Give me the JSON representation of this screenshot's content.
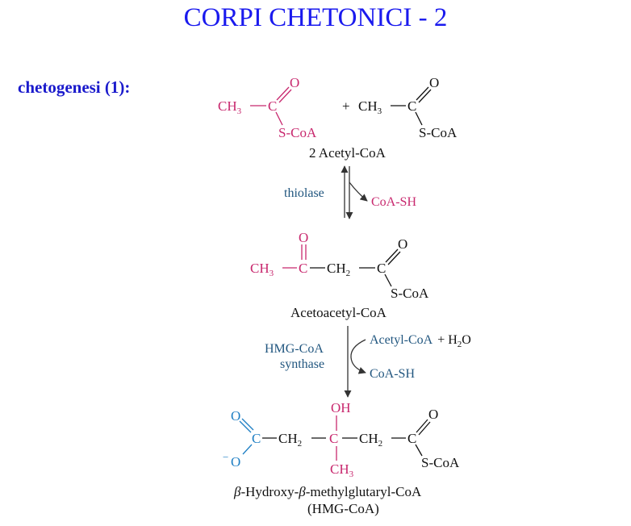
{
  "header": {
    "title": "CORPI CHETONICI - 2",
    "subtitle": "chetogenesi (1):"
  },
  "colors": {
    "title": "#1a1aee",
    "subtitle": "#1a1acc",
    "magenta": "#c8286e",
    "enzyme_blue": "#21567f",
    "carboxyl_blue": "#1f7fc4",
    "black": "#111111"
  },
  "reaction1": {
    "reactant_a": {
      "ch3": "CH",
      "sub3": "3",
      "c": "C",
      "o": "O",
      "scoa": "S-CoA"
    },
    "plus": "+",
    "reactant_b": {
      "ch3": "CH",
      "sub3": "3",
      "c": "C",
      "o": "O",
      "scoa": "S-CoA"
    },
    "name": "2 Acetyl-CoA",
    "enzyme": "thiolase",
    "byproduct": "CoA-SH"
  },
  "acetoacetyl": {
    "ch3": "CH",
    "sub3": "3",
    "c1": "C",
    "o1": "O",
    "ch2": "CH",
    "sub2": "2",
    "c2": "C",
    "o2": "O",
    "scoa": "S-CoA",
    "name": "Acetoacetyl-CoA"
  },
  "reaction2": {
    "enzyme_line1": "HMG-CoA",
    "enzyme_line2": "synthase",
    "input": "Acetyl-CoA",
    "input_plus": "+ H",
    "water_sub": "2",
    "water_o": "O",
    "output": "CoA-SH"
  },
  "hmg": {
    "o_top_left": "O",
    "o_bottom_left": "O",
    "minus": "−",
    "c1": "C",
    "ch2a": "CH",
    "sub2a": "2",
    "oh": "OH",
    "c2": "C",
    "ch3": "CH",
    "sub3": "3",
    "ch2b": "CH",
    "sub2b": "2",
    "c3": "C",
    "o_right": "O",
    "scoa": "S-CoA",
    "name_beta1": "β",
    "name_part1": "-Hydroxy-",
    "name_beta2": "β",
    "name_part2": "-methylglutaryl-CoA",
    "abbrev": "(HMG-CoA)"
  }
}
